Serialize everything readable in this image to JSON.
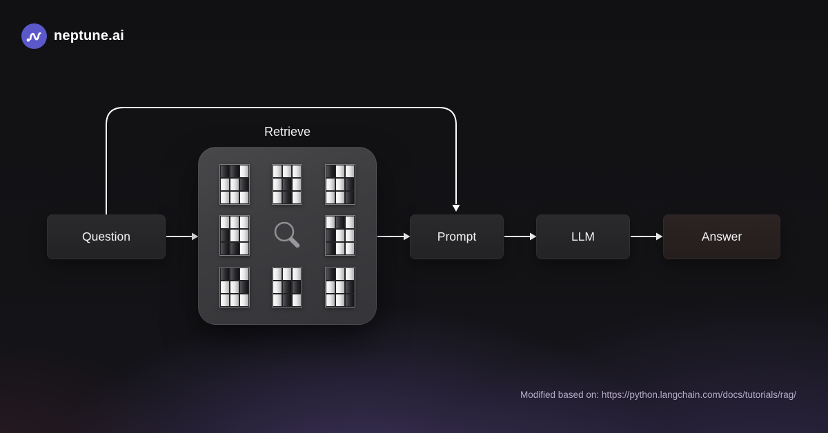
{
  "brand": {
    "name": "neptune.ai",
    "logo_icon": "wave-icon",
    "logo_color": "#5b58c9"
  },
  "diagram": {
    "retrieve_label": "Retrieve",
    "nodes": [
      {
        "id": "question",
        "label": "Question"
      },
      {
        "id": "prompt",
        "label": "Prompt"
      },
      {
        "id": "llm",
        "label": "LLM"
      },
      {
        "id": "answer",
        "label": "Answer"
      }
    ],
    "retrieve_box": {
      "center_icon": "magnifier-icon",
      "grid_icon_name": "embedding-grid-icon",
      "grids": [
        [
          "d",
          "d",
          "l",
          "l",
          "l",
          "d",
          "l",
          "l",
          "l"
        ],
        [
          "l",
          "l",
          "l",
          "l",
          "d",
          "l",
          "l",
          "d",
          "l"
        ],
        [
          "d",
          "l",
          "l",
          "l",
          "l",
          "d",
          "l",
          "l",
          "d"
        ],
        [
          "l",
          "l",
          "l",
          "d",
          "l",
          "l",
          "d",
          "d",
          "l"
        ],
        [
          "l",
          "d",
          "l",
          "d",
          "l",
          "l",
          "d",
          "l",
          "l"
        ],
        [
          "d",
          "d",
          "l",
          "l",
          "l",
          "d",
          "l",
          "l",
          "l"
        ],
        [
          "l",
          "l",
          "l",
          "l",
          "d",
          "d",
          "l",
          "d",
          "l"
        ],
        [
          "d",
          "l",
          "l",
          "l",
          "l",
          "d",
          "l",
          "l",
          "d"
        ]
      ]
    },
    "arrow_color": "#ffffff"
  },
  "footer": {
    "attribution": "Modified based on: https://python.langchain.com/docs/tutorials/rag/"
  }
}
